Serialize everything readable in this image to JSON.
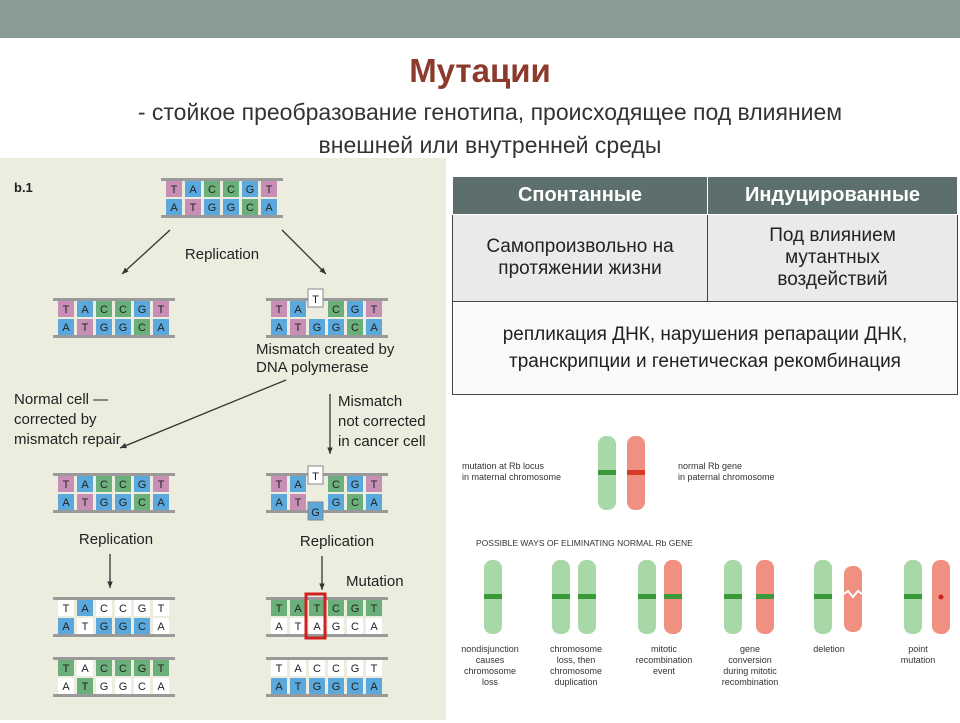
{
  "title": "Мутации",
  "subtitle_line1": "- стойкое преобразование генотипа, происходящее под влиянием",
  "subtitle_line2": "внешней или внутренней среды",
  "table": {
    "headers": [
      "Спонтанные",
      "Индуцированные"
    ],
    "row1": [
      "Самопроизвольно на протяжении жизни",
      "Под влиянием мутантных воздействий"
    ],
    "row2": "репликация ДНК, нарушения репарации ДНК, транскрипции и генетическая рекомбинация"
  },
  "dna_panel": {
    "panel_label": "b.1",
    "top_strand": [
      "T",
      "A",
      "C",
      "C",
      "G",
      "T"
    ],
    "bottom_strand": [
      "A",
      "T",
      "G",
      "G",
      "C",
      "A"
    ],
    "labels": {
      "replication_top": "Replication",
      "mismatch": "Mismatch created by DNA polymerase",
      "normal_cell": "Normal cell — corrected by mismatch repair",
      "not_corrected": "Mismatch not corrected in cancer cell",
      "replication_left": "Replication",
      "replication_right": "Replication",
      "mutation": "Mutation"
    },
    "colors": {
      "T": "#c78fb4",
      "A": "#5aa8dc",
      "C": "#6bb07a",
      "G": "#5aa8dc",
      "backbone": "#9a9a9a"
    }
  },
  "rb_panel": {
    "mutation_label": "mutation at Rb locus in maternal chromosome",
    "normal_label": "normal Rb gene in paternal chromosome",
    "heading": "POSSIBLE WAYS OF ELIMINATING NORMAL Rb GENE",
    "ways": [
      "nondisjunction causes chromosome loss",
      "chromosome loss, then chromosome duplication",
      "mitotic recombination event",
      "gene conversion during mitotic recombination",
      "deletion",
      "point mutation"
    ],
    "colors": {
      "maternal": "#a8d8a8",
      "paternal": "#f09080",
      "mutant_band": "#3a9a3a",
      "normal_band": "#d83a2a"
    }
  }
}
